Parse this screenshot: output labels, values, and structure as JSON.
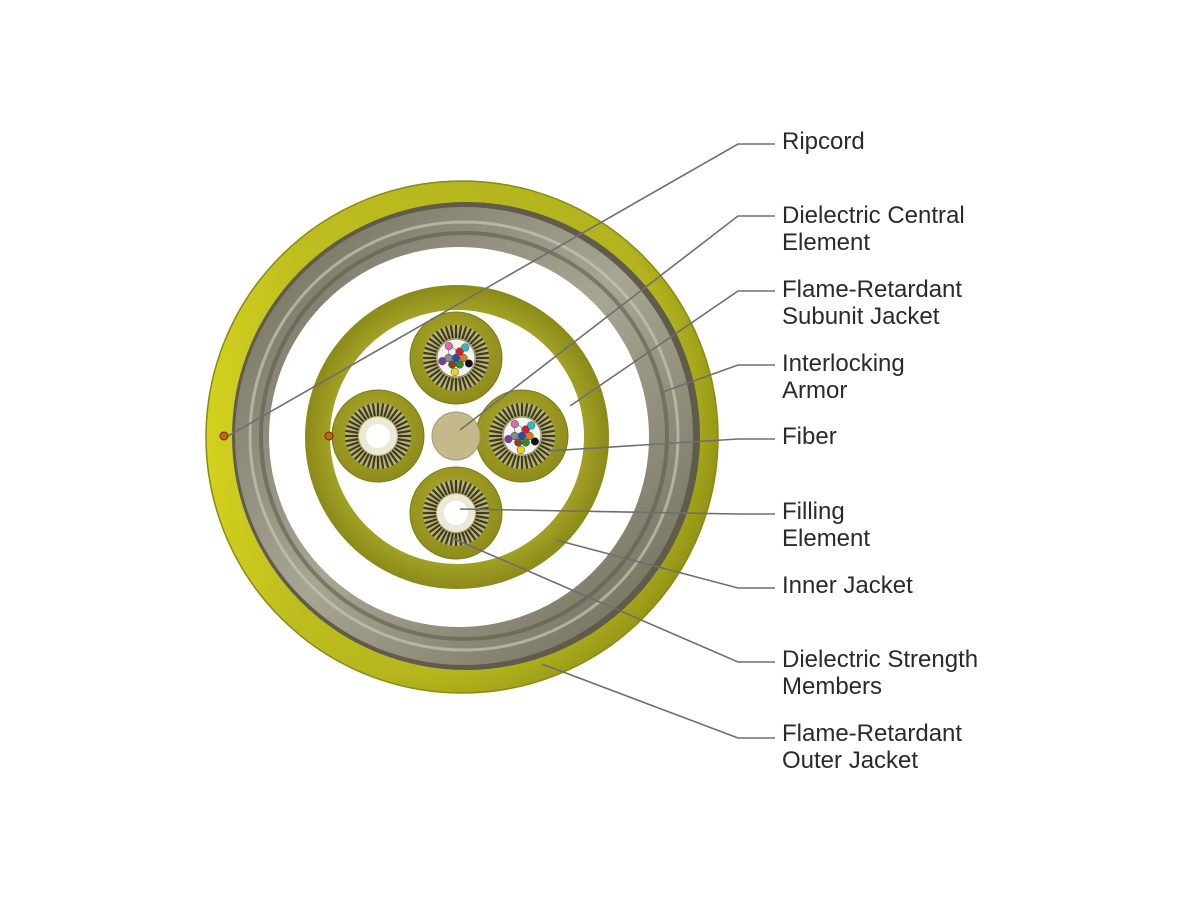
{
  "diagram": {
    "callouts": [
      {
        "id": "ripcord",
        "lines": [
          "Ripcord"
        ]
      },
      {
        "id": "dielectric-central-element",
        "lines": [
          "Dielectric Central",
          "Element"
        ]
      },
      {
        "id": "flame-retardant-subunit-jacket",
        "lines": [
          "Flame-Retardant",
          "Subunit Jacket"
        ]
      },
      {
        "id": "interlocking-armor",
        "lines": [
          "Interlocking",
          "Armor"
        ]
      },
      {
        "id": "fiber",
        "lines": [
          "Fiber"
        ]
      },
      {
        "id": "filling-element",
        "lines": [
          "Filling",
          "Element"
        ]
      },
      {
        "id": "inner-jacket",
        "lines": [
          "Inner Jacket"
        ]
      },
      {
        "id": "dielectric-strength-members",
        "lines": [
          "Dielectric Strength",
          "Members"
        ]
      },
      {
        "id": "flame-retardant-outer-jacket",
        "lines": [
          "Flame-Retardant",
          "Outer Jacket"
        ]
      }
    ],
    "subunits": [
      {
        "position": "top",
        "content": "fibers"
      },
      {
        "position": "right",
        "content": "fibers"
      },
      {
        "position": "left",
        "content": "filling"
      },
      {
        "position": "bottom",
        "content": "filling"
      }
    ],
    "fiber_colors": [
      "#1f4fb5",
      "#e07a1a",
      "#2e8b2e",
      "#7a4a1e",
      "#8c8c8c",
      "#f2f2f2",
      "#d42020",
      "#111111",
      "#e8d41a",
      "#7b3fa0",
      "#e06aa8",
      "#2fb8c8"
    ],
    "colors": {
      "outer_jacket": "#b2b31c",
      "armor": "#8e8a78",
      "inner_jacket": "#9b9a1f",
      "subunit_jacket": "#9e9b22",
      "strength_members": "#5a5428",
      "central_element": "#c5b88a",
      "ripcord": "#c8621a",
      "leader_line": "#6e6e6e"
    }
  }
}
